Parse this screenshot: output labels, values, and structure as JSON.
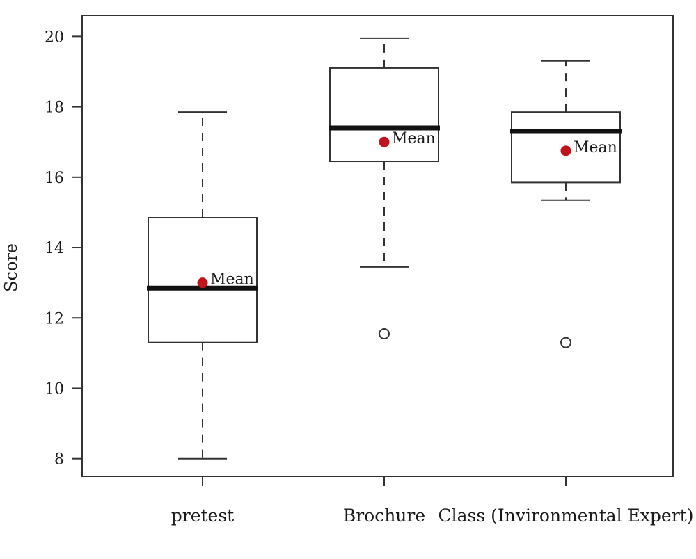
{
  "chart_data": {
    "type": "boxplot",
    "title": "",
    "xlabel": "",
    "ylabel": "Score",
    "ylim": [
      7.5,
      20.6
    ],
    "yticks": [
      8,
      10,
      12,
      14,
      16,
      18,
      20
    ],
    "grid": false,
    "mean_label": "Mean",
    "colors": {
      "mean_marker": "#c0141c",
      "box_stroke": "#333333",
      "median": "#111111"
    },
    "categories": [
      "pretest",
      "Brochure",
      "Class (Invironmental Expert)"
    ],
    "boxes": [
      {
        "category": "pretest",
        "whisker_low": 8.0,
        "q1": 11.3,
        "median": 12.85,
        "q3": 14.85,
        "whisker_high": 17.85,
        "mean": 13.0,
        "outliers": []
      },
      {
        "category": "Brochure",
        "whisker_low": 13.45,
        "q1": 16.45,
        "median": 17.4,
        "q3": 19.1,
        "whisker_high": 19.95,
        "mean": 17.0,
        "outliers": [
          11.55
        ]
      },
      {
        "category": "Class (Invironmental Expert)",
        "whisker_low": 15.35,
        "q1": 15.85,
        "median": 17.3,
        "q3": 17.85,
        "whisker_high": 19.3,
        "mean": 16.75,
        "outliers": [
          11.3
        ]
      }
    ]
  }
}
